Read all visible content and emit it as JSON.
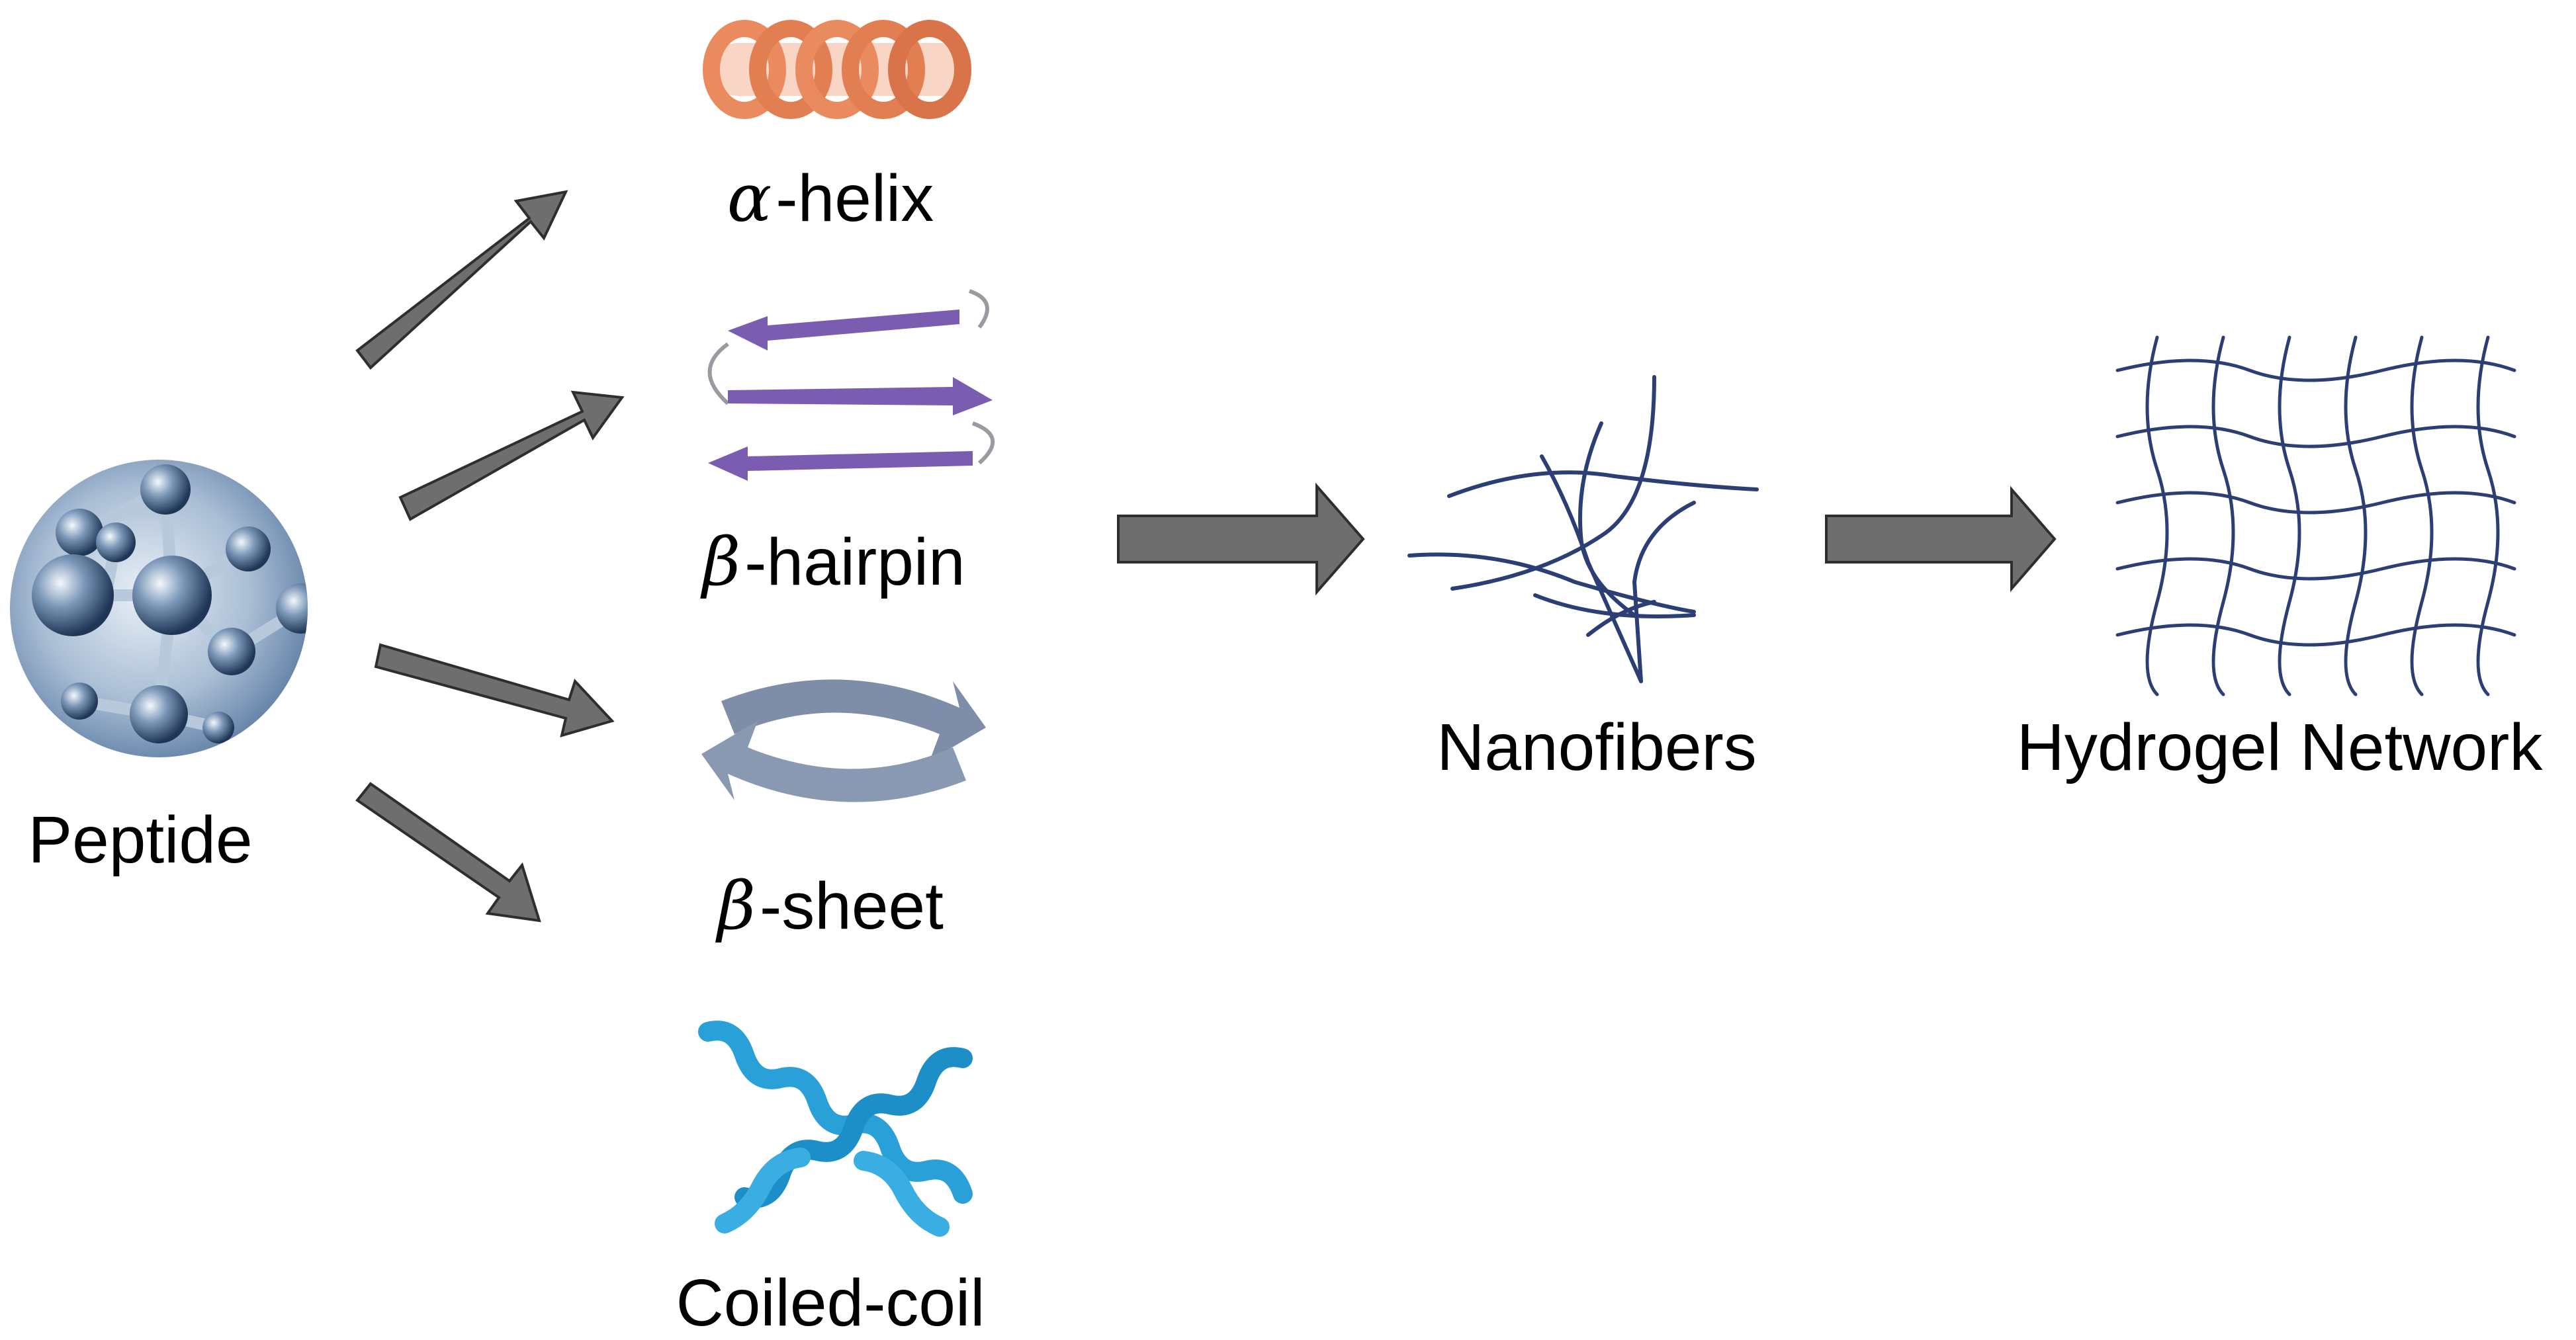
{
  "labels": {
    "peptide": "Peptide",
    "alpha_symbol": "α",
    "alpha_rest": "-helix",
    "beta_hairpin_symbol": "β",
    "beta_hairpin_rest": "-hairpin",
    "beta_sheet_symbol": "β",
    "beta_sheet_rest": "-sheet",
    "coiled_coil": "Coiled-coil",
    "nanofibers": "Nanofibers",
    "hydrogel": "Hydrogel Network"
  },
  "colors": {
    "arrow_fill": "#6e6e6e",
    "arrow_stroke": "#2e2e2e",
    "helix": "#e98a5f",
    "hairpin": "#7a5cb0",
    "sheet": "#7f8ea8",
    "coiled_coil": "#2aa0d8",
    "fiber": "#2c3f75",
    "molecule_bg": "#7f9cbd"
  },
  "icons": [
    "molecule-icon",
    "alpha-helix-icon",
    "beta-hairpin-icon",
    "beta-sheet-icon",
    "coiled-coil-icon",
    "nanofibers-icon",
    "hydrogel-network-icon"
  ]
}
